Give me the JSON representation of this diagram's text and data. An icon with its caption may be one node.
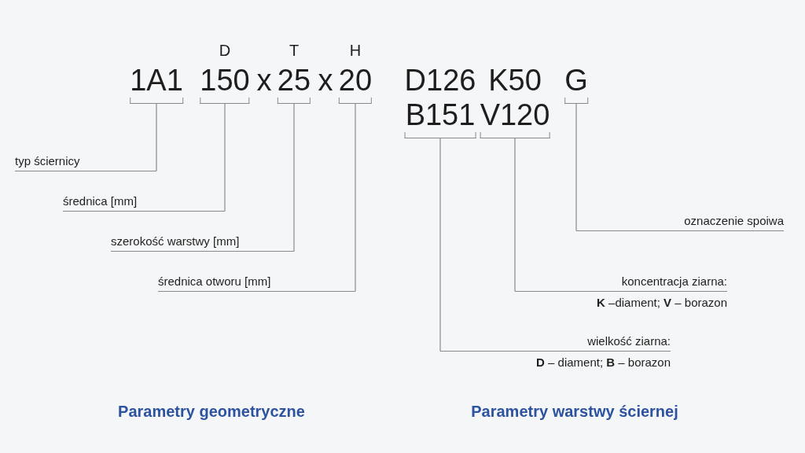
{
  "diagram": {
    "nodes": [
      {
        "text": [
          "1A1"
        ]
      },
      {
        "text": [
          "150"
        ],
        "beside": [
          "D"
        ]
      },
      {
        "text": [
          "25"
        ],
        "beside": [
          "T"
        ]
      },
      {
        "text": [
          "20"
        ],
        "beside": [
          "H"
        ]
      },
      {
        "text": [
          "D126",
          "B151"
        ]
      },
      {
        "text": [
          "K50",
          "V120"
        ]
      },
      {
        "text": [
          "G"
        ]
      },
      {
        "text": [
          "typ ściernicy"
        ]
      },
      {
        "text": [
          "średnica [mm]"
        ]
      },
      {
        "text": [
          "szerokość warstwy [mm]"
        ]
      },
      {
        "text": [
          "średnica otworu [mm]"
        ]
      },
      {
        "text": [
          "oznaczenie spoiwa"
        ]
      },
      {
        "text": [
          "koncentracja ziarna:",
          "**K** –diament; **V** – borazon"
        ]
      },
      {
        "text": [
          "wielkość ziarna:",
          "**D** – diament; **B** – borazon"
        ]
      }
    ],
    "edges": [
      {
        "from": 7,
        "to": 0,
        "arrow": "none"
      },
      {
        "from": 8,
        "to": 1,
        "arrow": "none"
      },
      {
        "from": 9,
        "to": 2,
        "arrow": "none"
      },
      {
        "from": 10,
        "to": 3,
        "arrow": "none"
      },
      {
        "from": 11,
        "to": 6,
        "arrow": "none"
      },
      {
        "from": 12,
        "to": 5,
        "arrow": "none"
      },
      {
        "from": 13,
        "to": 4,
        "arrow": "none"
      }
    ],
    "labels": [
      "x",
      "x",
      "Parametry geometryczne",
      "Parametry warstwy ściernej"
    ]
  }
}
